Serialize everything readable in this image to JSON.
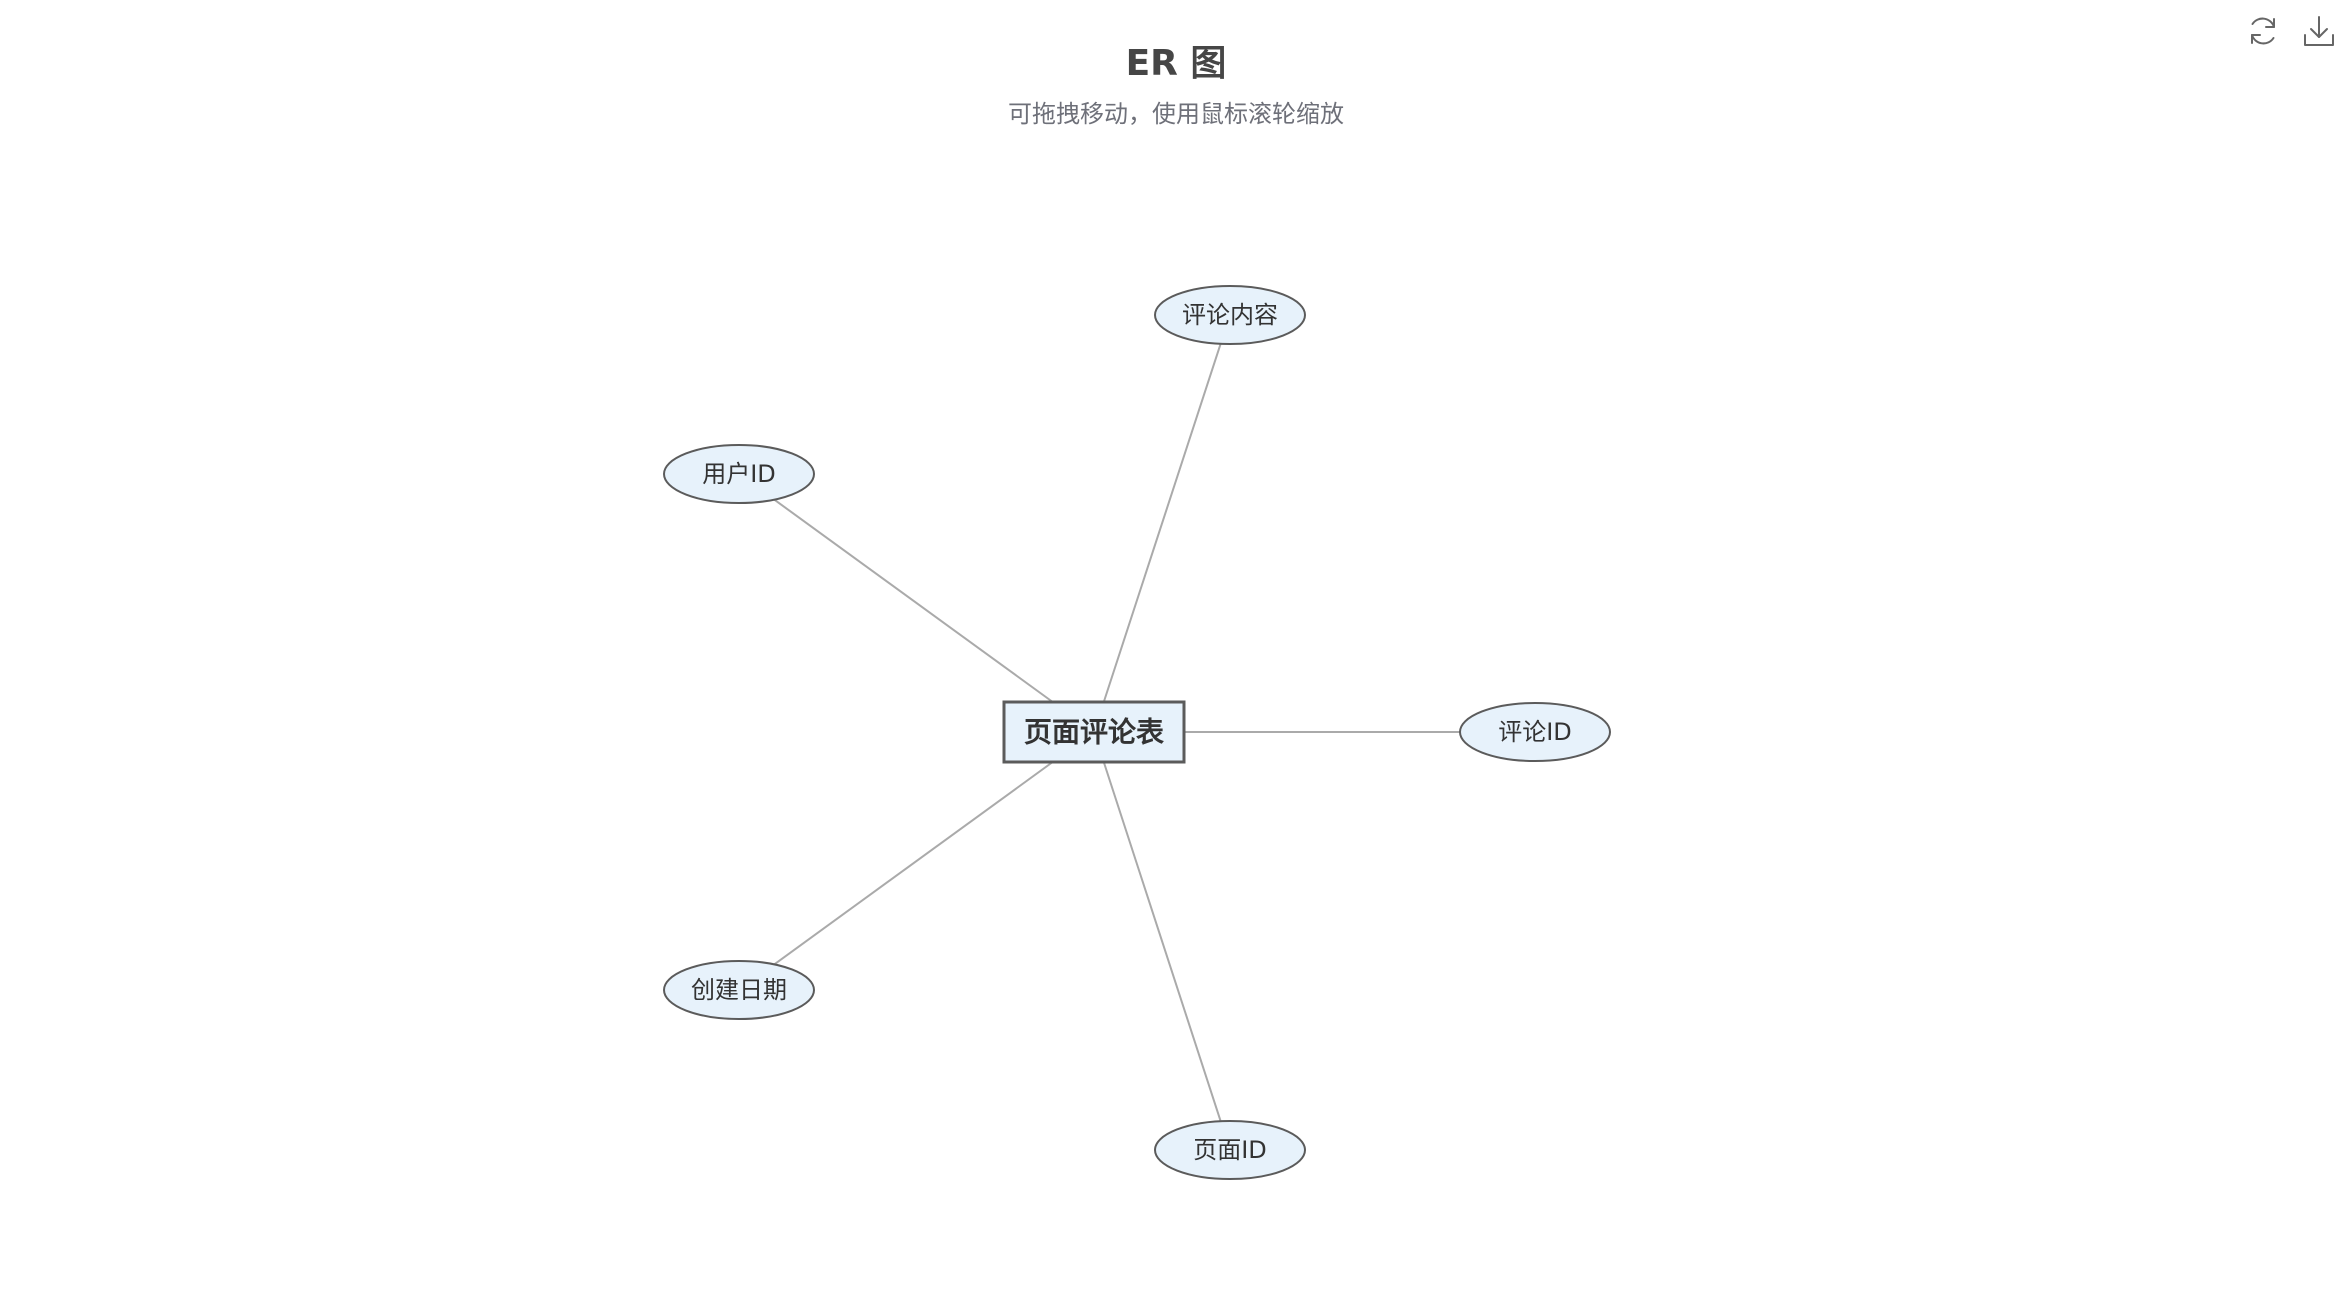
{
  "header": {
    "title": "ER 图",
    "subtitle": "可拖拽移动，使用鼠标滚轮缩放"
  },
  "toolbox": {
    "items": [
      {
        "name": "restore",
        "icon": "refresh-icon"
      },
      {
        "name": "save-as-image",
        "icon": "download-icon"
      }
    ]
  },
  "colors": {
    "node_fill": "#e7f2fb",
    "node_stroke": "#5b5b5b",
    "edge": "#aaaaaa",
    "title": "#464646",
    "subtitle": "#6e7079"
  },
  "diagram": {
    "entity": {
      "id": "entity",
      "label": "页面评论表"
    },
    "attributes": [
      {
        "id": "comment-content",
        "label": "评论内容"
      },
      {
        "id": "user-id",
        "label": "用户ID"
      },
      {
        "id": "comment-id",
        "label": "评论ID"
      },
      {
        "id": "created-date",
        "label": "创建日期"
      },
      {
        "id": "page-id",
        "label": "页面ID"
      }
    ],
    "edges": [
      {
        "from": "entity",
        "to": "comment-content"
      },
      {
        "from": "entity",
        "to": "user-id"
      },
      {
        "from": "entity",
        "to": "comment-id"
      },
      {
        "from": "entity",
        "to": "created-date"
      },
      {
        "from": "entity",
        "to": "page-id"
      }
    ]
  }
}
